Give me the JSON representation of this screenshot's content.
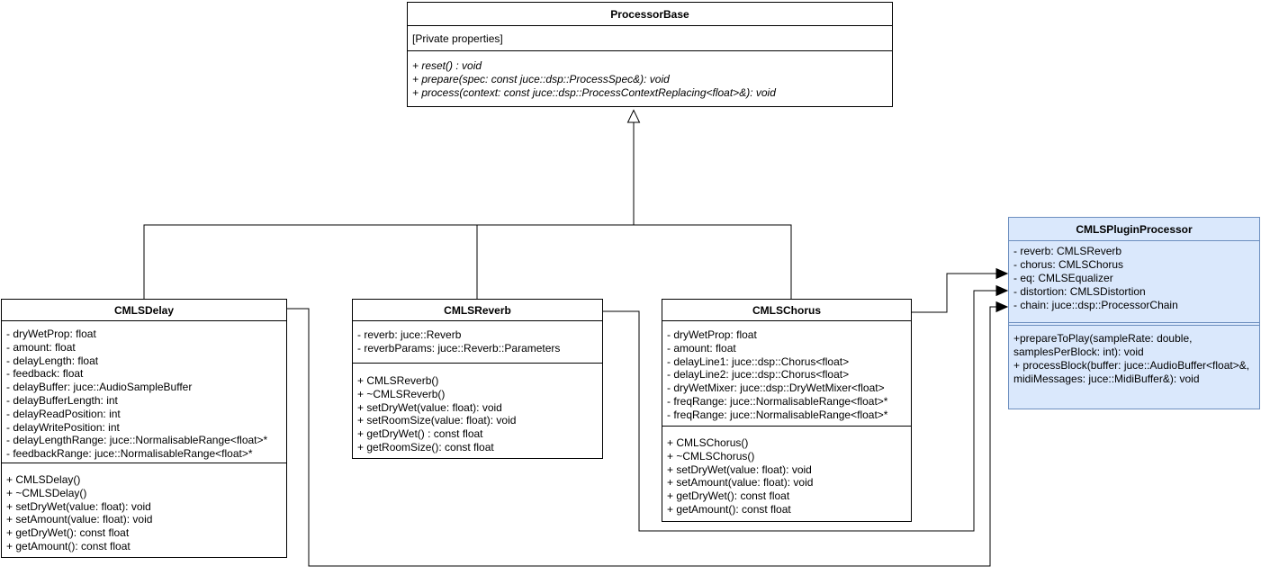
{
  "diagram": {
    "background": "#ffffff",
    "line_color": "#000000",
    "accent_fill": "#dae8fc",
    "accent_border": "#6c8ebf"
  },
  "classes": {
    "processor_base": {
      "title": "ProcessorBase",
      "attributes": [
        "[Private properties]"
      ],
      "methods": [
        "+ reset() : void",
        "+ prepare(spec: const juce::dsp::ProcessSpec&): void",
        "+ process(context: const juce::dsp::ProcessContextReplacing<float>&): void"
      ]
    },
    "delay": {
      "title": "CMLSDelay",
      "attributes": [
        "- dryWetProp: float",
        "- amount: float",
        "- delayLength: float",
        "- feedback: float",
        "- delayBuffer: juce::AudioSampleBuffer",
        "- delayBufferLength: int",
        "- delayReadPosition: int",
        "- delayWritePosition: int",
        "- delayLengthRange: juce::NormalisableRange<float>*",
        "- feedbackRange: juce::NormalisableRange<float>*"
      ],
      "methods": [
        "+ CMLSDelay()",
        "+ ~CMLSDelay()",
        "+ setDryWet(value: float): void",
        "+ setAmount(value: float): void",
        "+ getDryWet(): const float",
        "+ getAmount(): const float"
      ]
    },
    "reverb": {
      "title": "CMLSReverb",
      "attributes": [
        "- reverb: juce::Reverb",
        "- reverbParams: juce::Reverb::Parameters"
      ],
      "methods": [
        "+ CMLSReverb()",
        "+ ~CMLSReverb()",
        "+ setDryWet(value: float): void",
        "+ setRoomSize(value: float): void",
        "+ getDryWet() : const float",
        "+ getRoomSize(): const float"
      ]
    },
    "chorus": {
      "title": "CMLSChorus",
      "attributes": [
        "- dryWetProp: float",
        "- amount: float",
        "- delayLine1: juce::dsp::Chorus<float>",
        "- delayLine2: juce::dsp::Chorus<float>",
        "- dryWetMixer: juce::dsp::DryWetMixer<float>",
        "- freqRange: juce::NormalisableRange<float>*",
        "- freqRange: juce::NormalisableRange<float>*"
      ],
      "methods": [
        "+ CMLSChorus()",
        "+ ~CMLSChorus()",
        "+ setDryWet(value: float): void",
        "+ setAmount(value: float): void",
        "+ getDryWet(): const float",
        "+ getAmount(): const float"
      ]
    },
    "plugin_processor": {
      "title": "CMLSPluginProcessor",
      "attributes": [
        "- reverb: CMLSReverb",
        "- chorus: CMLSChorus",
        "- eq: CMLSEqualizer",
        "- distortion: CMLSDistortion",
        "- chain: juce::dsp::ProcessorChain"
      ],
      "methods": [
        "+prepareToPlay(sampleRate: double, samplesPerBlock: int): void",
        "+ processBlock(buffer: juce::AudioBuffer<float>&, midiMessages: juce::MidiBuffer&): void"
      ]
    }
  },
  "relationships": [
    {
      "type": "generalization",
      "from": "CMLSDelay",
      "to": "ProcessorBase"
    },
    {
      "type": "generalization",
      "from": "CMLSReverb",
      "to": "ProcessorBase"
    },
    {
      "type": "generalization",
      "from": "CMLSChorus",
      "to": "ProcessorBase"
    },
    {
      "type": "association",
      "from": "CMLSDelay",
      "to": "CMLSPluginProcessor"
    },
    {
      "type": "association",
      "from": "CMLSReverb",
      "to": "CMLSPluginProcessor"
    },
    {
      "type": "association",
      "from": "CMLSChorus",
      "to": "CMLSPluginProcessor"
    }
  ]
}
